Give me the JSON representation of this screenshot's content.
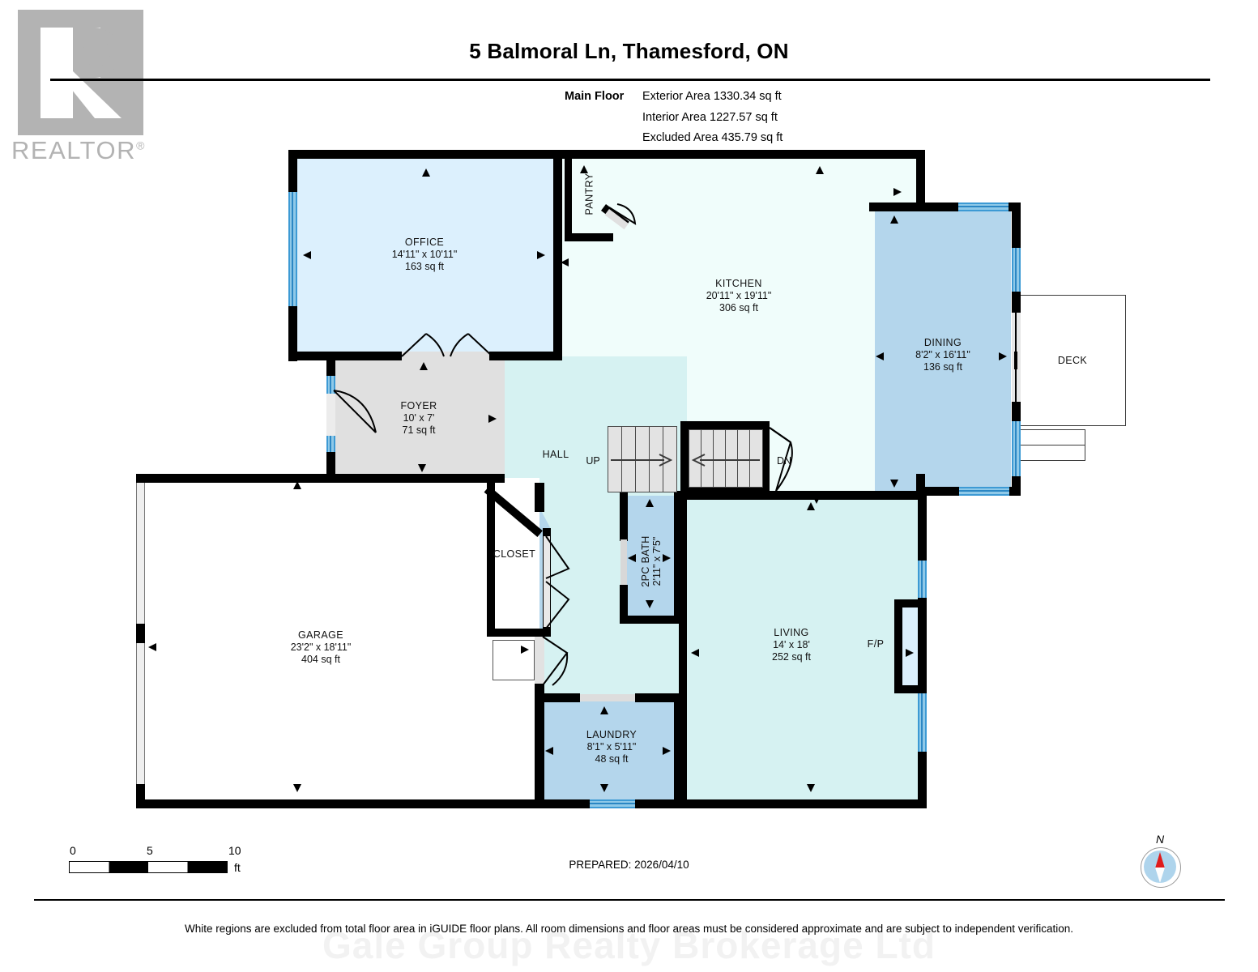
{
  "branding": {
    "logo_text": "REALTOR",
    "logo_registered": "®",
    "watermark": "Gale Group Realty Brokerage Ltd"
  },
  "header": {
    "title": "5 Balmoral Ln, Thamesford, ON",
    "floor_label": "Main Floor",
    "exterior_area": "Exterior Area 1330.34 sq ft",
    "interior_area": "Interior Area 1227.57 sq ft",
    "excluded_area": "Excluded Area 435.79 sq ft"
  },
  "rooms": [
    {
      "name": "OFFICE",
      "dims": "14'11\" x 10'11\"",
      "area": "163 sq ft"
    },
    {
      "name": "PANTRY",
      "dims": "",
      "area": ""
    },
    {
      "name": "KITCHEN",
      "dims": "20'11\" x 19'11\"",
      "area": "306 sq ft"
    },
    {
      "name": "DINING",
      "dims": "8'2\" x 16'11\"",
      "area": "136 sq ft"
    },
    {
      "name": "DECK",
      "dims": "",
      "area": ""
    },
    {
      "name": "FOYER",
      "dims": "10' x 7'",
      "area": "71 sq ft"
    },
    {
      "name": "HALL",
      "dims": "",
      "area": ""
    },
    {
      "name": "CLOSET",
      "dims": "",
      "area": ""
    },
    {
      "name": "2PC BATH",
      "dims": "2'11\" x 7'5\"",
      "area": ""
    },
    {
      "name": "GARAGE",
      "dims": "23'2\" x 18'11\"",
      "area": "404 sq ft"
    },
    {
      "name": "LIVING",
      "dims": "14' x 18'",
      "area": "252 sq ft"
    },
    {
      "name": "LAUNDRY",
      "dims": "8'1\" x 5'11\"",
      "area": "48 sq ft"
    },
    {
      "name": "F/P",
      "dims": "",
      "area": ""
    }
  ],
  "stairs": {
    "up_label": "UP",
    "down_label": "DN"
  },
  "scale": {
    "tick_0": "0",
    "tick_5": "5",
    "tick_10": "10",
    "unit": "ft"
  },
  "compass": {
    "north_label": "N"
  },
  "footer": {
    "prepared": "PREPARED: 2026/04/10",
    "disclaimer": "White regions are excluded from total floor area in iGUIDE floor plans. All room dimensions and floor areas must be considered approximate and are subject to independent verification."
  },
  "colors": {
    "wall": "#000000",
    "window": "#3d9ad4",
    "fill_light_blue": "#dcf0fd",
    "fill_mid_blue": "#b4d6ec",
    "fill_mint": "#f0fdfb",
    "fill_hall": "#d6f2f2",
    "fill_grey": "#e0e0e0",
    "excluded_white": "#ffffff",
    "logo_grey": "#b3b3b3"
  }
}
